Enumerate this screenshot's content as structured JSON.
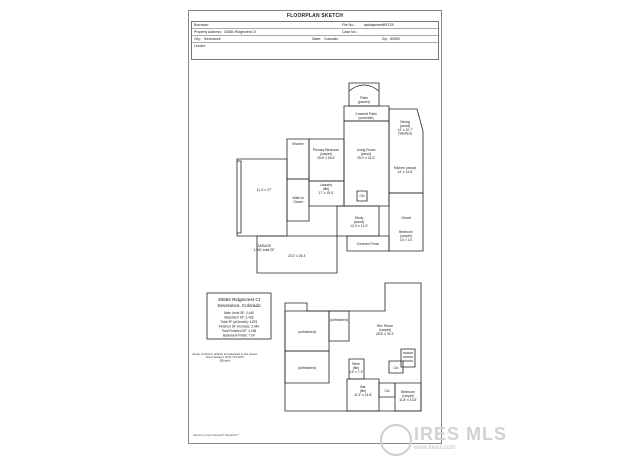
{
  "sheet": {
    "title": "FLOORPLAN SKETCH",
    "header": {
      "borrower_label": "Borrower:",
      "fileno_label": "File No.:",
      "fileno_value": "ataldapmentBF125",
      "address_label": "Property Address:",
      "address_value": "30684 Ridgecrest Ct",
      "caseno_label": "Case No.:",
      "city_label": "City:",
      "city_value": "Severance",
      "state_label": "State:",
      "state_value": "Colorado",
      "zip_label": "Zip:",
      "zip_value": "80550",
      "lender_label": "Lender:"
    },
    "credit": "Sketch by Apex Medina® Windows™"
  },
  "rooms": {
    "patio": "Patio\n(pavers)",
    "covered_patio": "Covered Patio\n(concrete)",
    "dining": "Dining\n(wood)\n14' x 10.7'\n(Vaulted)",
    "shower": "Shower",
    "primary_bedroom": "Primary Bedroom\n(carpet)\n15.8' x 16.6'",
    "living_room": "Living Room\n(wood)\n25.0' x 21.6'",
    "kitchen": "Kitchen (wood)\n14' x 14.8'",
    "laundry": "Laundry\n(tile)\n17' x 15.5'",
    "walkin_closet": "Walk-in\nCloset",
    "garage_dim_top": "11.4' x 27'",
    "garage_dim_main": "23.0' x 26.4'",
    "garage": "GARAGE\n1,261 total SF",
    "study": "Study\n(wood)\n12.4' x 11.9'",
    "closet": "Closet",
    "bedroom_main": "Bedroom\n(carpet)\n13' x 13'",
    "covered_porch": "Covered Porch",
    "clo1": "Clo",
    "unfinished_1": "(unfinished)",
    "unfinished_2": "(unfinished)",
    "unfinished_3": "(unfinished)",
    "rec_room": "Rec Room\n(carpet)\n28.8' x 32.2'",
    "wine": "Wine\n(tile)\n4.5' x 7.2'",
    "bar": "Bar\n(tile)\n11.5' x 14.8'",
    "clo_lower1": "Clo",
    "clo_lower2": "Clo",
    "bedroom_lower": "Bedroom\n(carpet)\n11.8' x 13.8'"
  },
  "summary": {
    "address_line1": "30684 Ridgecrest Ct",
    "address_line2": "Severance, Colorado",
    "lines": [
      "Main Level SF: 2,440",
      "Basement SF: 2,436",
      "Total SF (all levels): 4,876",
      "Finished SF w/o base: 2,440",
      "Total Finished SF: 4,158",
      "Basement Finish: 71%"
    ],
    "note": "Scope of Work is defined and attached to this sketch.\nDrew Vasquez   (970) 710-4215\nEEspeth"
  },
  "watermark": {
    "brand": "IRES MLS",
    "url": "www.iresis.com"
  }
}
